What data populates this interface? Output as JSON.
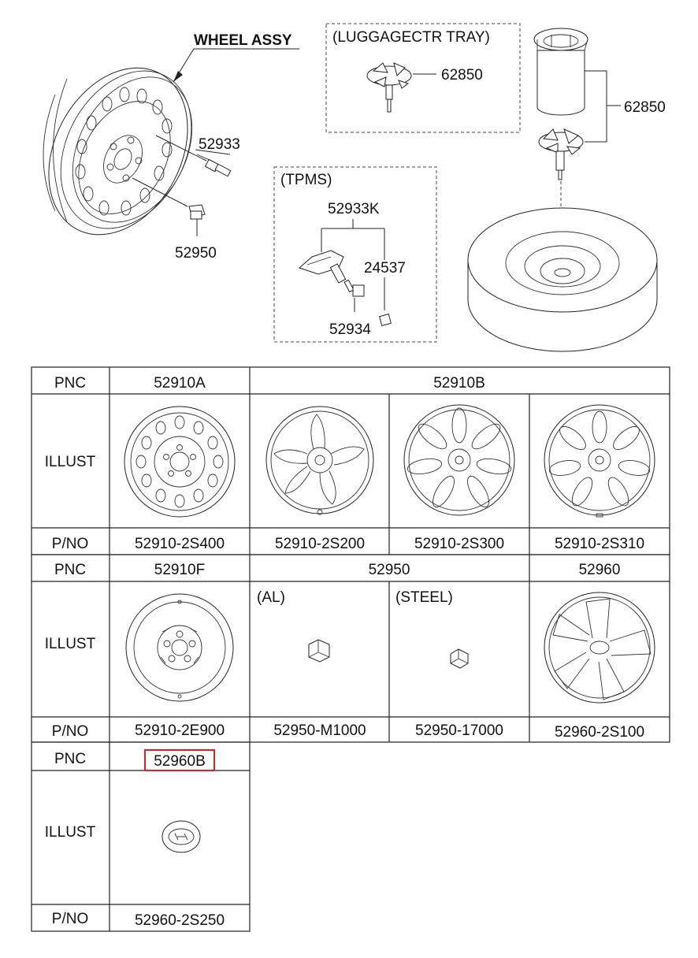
{
  "diagram": {
    "wheel_assy_label": "WHEEL ASSY",
    "luggage_box_title": "(LUGGAGECTR TRAY)",
    "tpms_box_title": "(TPMS)",
    "callouts": {
      "valve": "52933",
      "nut": "52950",
      "luggage_part": "62850",
      "spare_part": "62850",
      "tpms_sensor": "52933K",
      "tpms_cap": "24537",
      "tpms_valve": "52934"
    }
  },
  "table": {
    "row_labels": {
      "pnc": "PNC",
      "illust": "ILLUST",
      "pno": "P/NO"
    },
    "block1": {
      "pnc": [
        "52910A",
        "52910B"
      ],
      "pno": [
        "52910-2S400",
        "52910-2S200",
        "52910-2S300",
        "52910-2S310"
      ]
    },
    "block2": {
      "pnc": [
        "52910F",
        "52950",
        "52960"
      ],
      "sub_labels": [
        "(AL)",
        "(STEEL)"
      ],
      "pno": [
        "52910-2E900",
        "52950-M1000",
        "52950-17000",
        "52960-2S100"
      ]
    },
    "block3": {
      "pnc": [
        "52960B"
      ],
      "pno": [
        "52960-2S250"
      ]
    }
  },
  "colors": {
    "highlight": "#e02020",
    "line": "#222222"
  }
}
